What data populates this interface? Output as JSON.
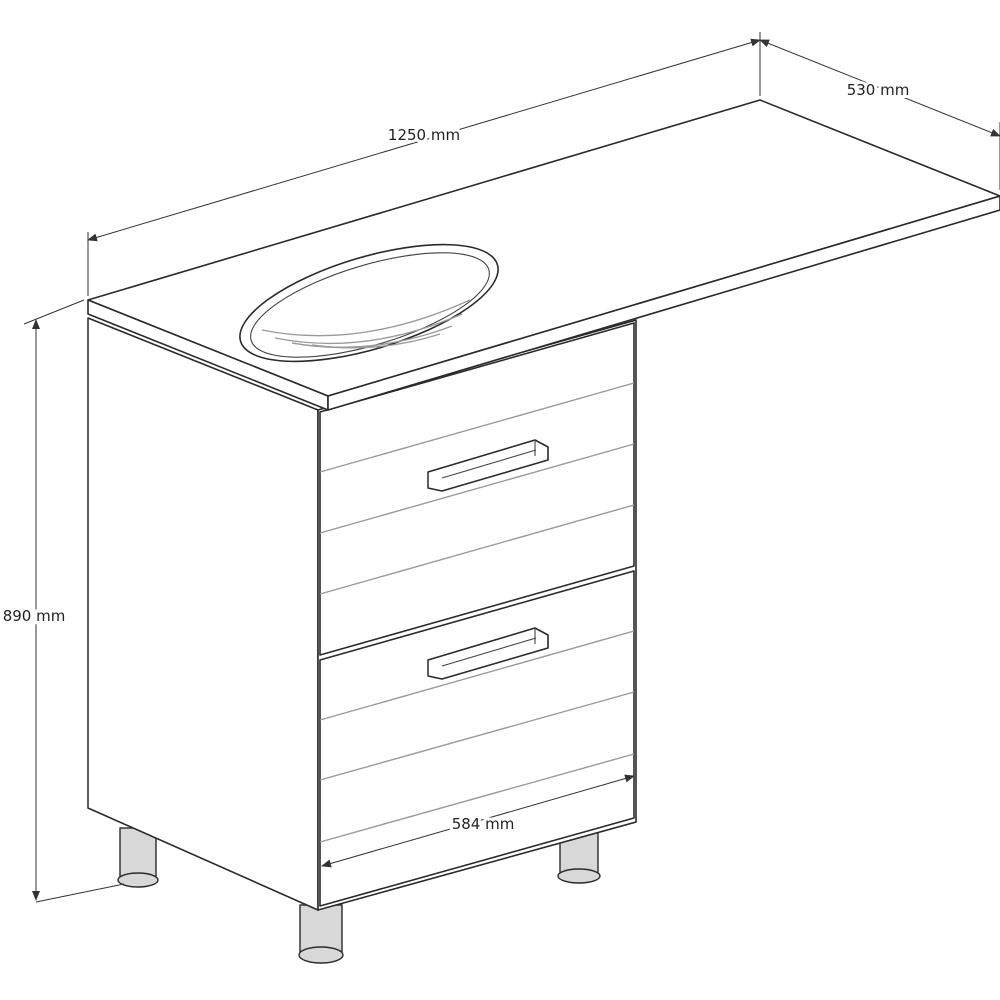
{
  "diagram": {
    "dimensions": {
      "width": "1250 mm",
      "depth": "530 mm",
      "height": "890 mm",
      "drawer_width": "584 mm"
    },
    "components": [
      "countertop",
      "basin",
      "side-panel",
      "drawer",
      "drawer-handle",
      "leg"
    ],
    "drawer_count": 2
  },
  "colors": {
    "line": "#2a2a2a",
    "leg_fill": "#d8d8d8",
    "background": "#ffffff"
  }
}
